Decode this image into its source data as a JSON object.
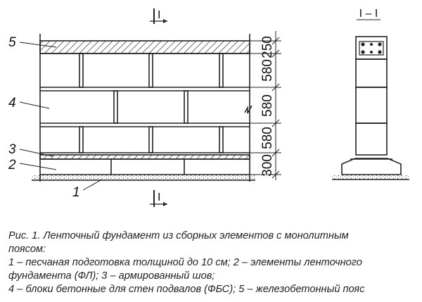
{
  "figure": {
    "labels": {
      "l1": "1",
      "l2": "2",
      "l3": "3",
      "l4": "4",
      "l5": "5"
    },
    "dimensions": [
      "250",
      "580",
      "580",
      "580",
      "300"
    ],
    "section_mark": "I",
    "section_title": "I – I"
  },
  "caption": {
    "line1": "Рис. 1.  Ленточный фундамент из сборных элементов с монолитным",
    "line2": "поясом:",
    "line3": "1 – песчаная подготовка толщиной до 10 см; 2 – элементы ленточного",
    "line4": "фундамента (ФЛ); 3 – армированный шов;",
    "line5": "4 – блоки бетонные для стен подвалов (ФБС); 5 – железобетонный пояс"
  }
}
